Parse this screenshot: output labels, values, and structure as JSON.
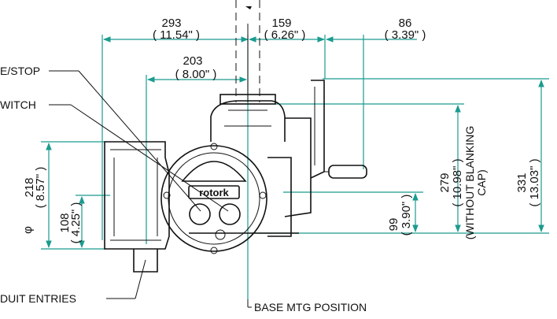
{
  "dimensions": {
    "overall_width": {
      "mm": "293",
      "inch": "( 11.54\" )"
    },
    "to_handwheel": {
      "mm": "159",
      "inch": "( 6.26\" )"
    },
    "handwheel": {
      "mm": "86",
      "inch": "( 3.39\" )"
    },
    "half_width": {
      "mm": "203",
      "inch": "( 8.00\" )"
    },
    "height_total": {
      "mm": "331",
      "inch": "( 13.03\" )"
    },
    "height_no_cap": {
      "mm": "279",
      "inch": "( 10.98\" )",
      "note1": "(WITHOUT BLANKING",
      "note2": "CAP)"
    },
    "base_to_center": {
      "mm": "99",
      "inch": "( 3.90\" )"
    },
    "diameter": {
      "symbol": "φ",
      "mm": "218",
      "inch": "( 8.57\" )"
    },
    "conduit_height": {
      "mm": "108",
      "inch": "( 4.25\" )"
    }
  },
  "labels": {
    "local_stop": "E/STOP",
    "switch": "WITCH",
    "conduit": "DUIT ENTRIES",
    "base_mtg": "BASE MTG POSITION"
  },
  "logo_text": "rotork",
  "colors": {
    "dimension_line": "#1a9b8f",
    "outline": "#111111"
  }
}
